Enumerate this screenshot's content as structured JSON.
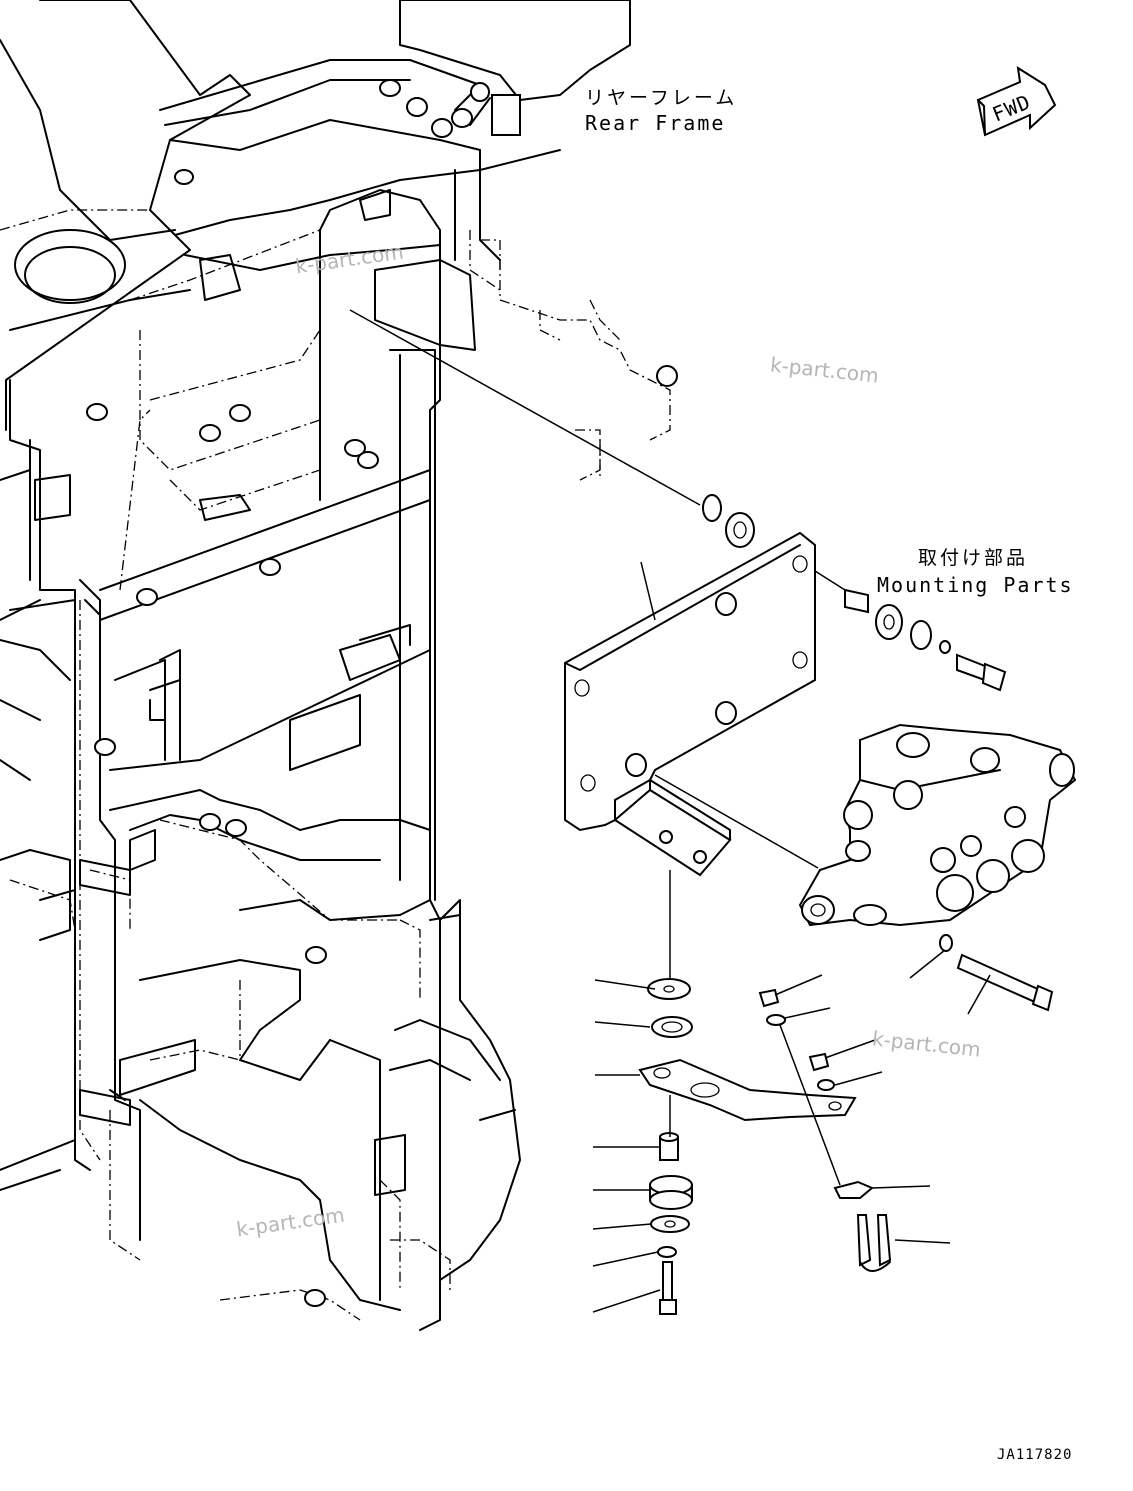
{
  "labels": {
    "rear_frame_jp": "リヤーフレーム",
    "rear_frame_en": "Rear Frame",
    "mounting_parts_jp": "取付け部品",
    "mounting_parts_en": "Mounting Parts",
    "direction": "FWD"
  },
  "watermarks": [
    "k-part.com",
    "k-part.com",
    "k-part.com",
    "k-part.com"
  ],
  "drawing_code": "JA117820"
}
